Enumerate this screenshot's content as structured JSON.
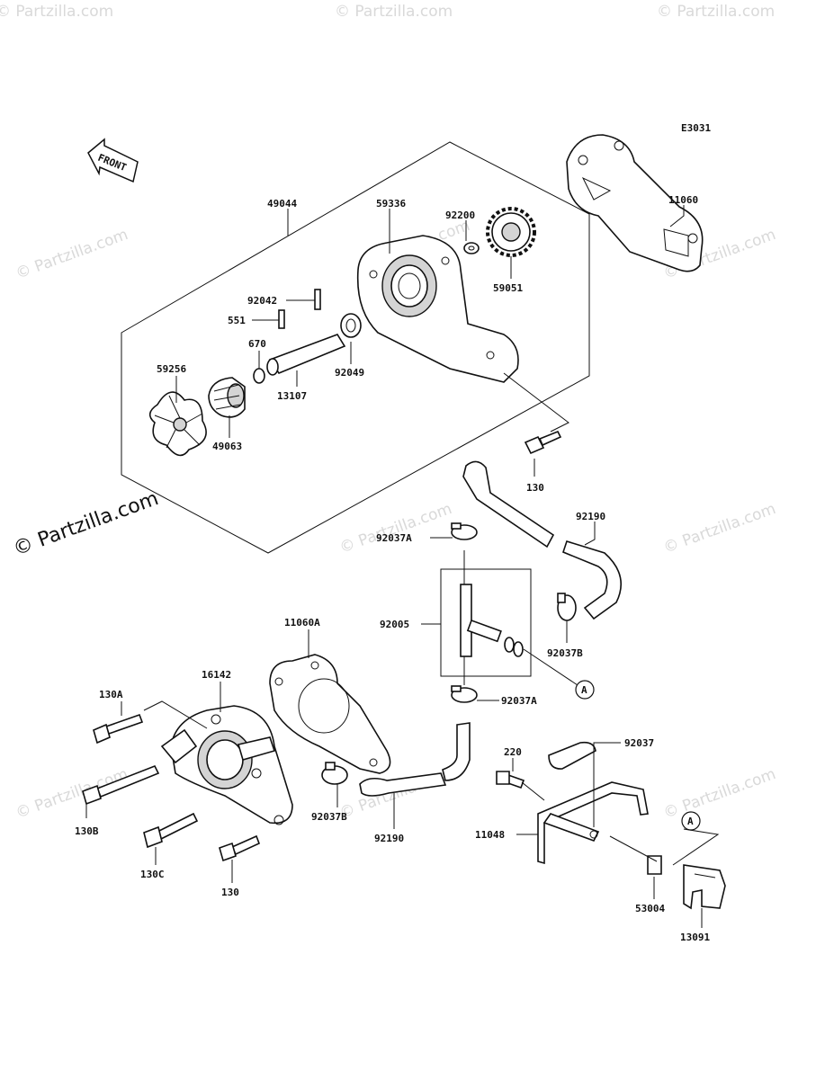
{
  "diagram_code": "E3031",
  "front_label": "FRONT",
  "watermark": "© Partzilla.com",
  "parts": {
    "p49044": "49044",
    "p59336": "59336",
    "p92200": "92200",
    "p59051": "59051",
    "p11060": "11060",
    "p92042": "92042",
    "p551": "551",
    "p670": "670",
    "p92049": "92049",
    "p13107": "13107",
    "p59256": "59256",
    "p49063": "49063",
    "p130_top": "130",
    "p92190_top": "92190",
    "p92037A_top": "92037A",
    "p92037B_top": "92037B",
    "p92005": "92005",
    "p92037A_bot": "92037A",
    "p11060A": "11060A",
    "p16142": "16142",
    "p130A": "130A",
    "p130B": "130B",
    "p130C": "130C",
    "p130_bot": "130",
    "p92037B_bot": "92037B",
    "p92190_bot": "92190",
    "p220": "220",
    "p92037": "92037",
    "p11048": "11048",
    "p53004": "53004",
    "p13091": "13091"
  },
  "callouts": {
    "a1": "A",
    "a2": "A"
  }
}
